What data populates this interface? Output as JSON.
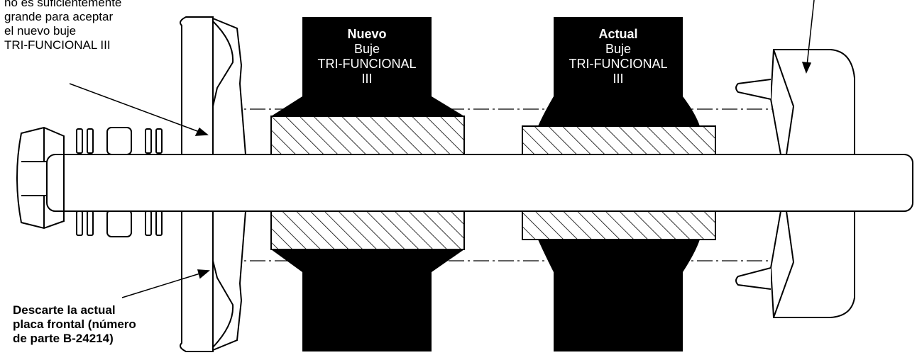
{
  "notes": {
    "top_left": [
      "no es suficientemente",
      "grande para aceptar",
      "el nuevo buje",
      "TRI-FUNCIONAL III"
    ],
    "bottom_left": [
      "Descarte la actual",
      "placa frontal (número",
      "de parte B-24214)"
    ]
  },
  "bushings": {
    "new": {
      "title": "Nuevo",
      "line1": "Buje",
      "line2": "TRI-FUNCIONAL",
      "line3": "III"
    },
    "current": {
      "title": "Actual",
      "line1": "Buje",
      "line2": "TRI-FUNCIONAL",
      "line3": "III"
    }
  },
  "colors": {
    "ink": "#000000",
    "paper": "#ffffff"
  }
}
